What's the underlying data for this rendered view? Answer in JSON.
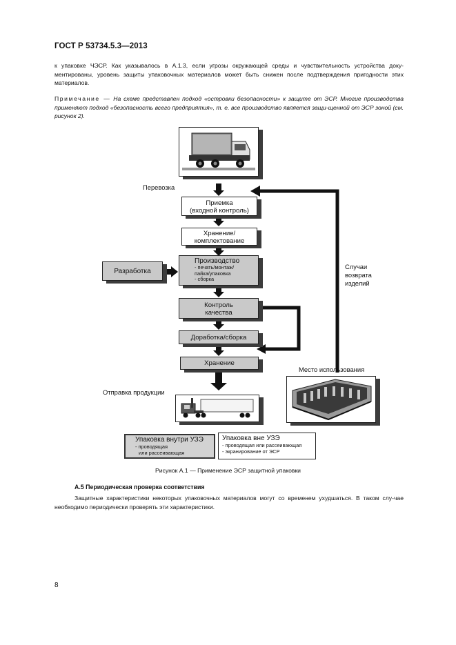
{
  "header": {
    "doc_id": "ГОСТ Р 53734.5.3—2013"
  },
  "paragraph1": "к упаковке ЧЭСР. Как указывалось в А.1.3, если угрозы окружающей среды и чувствительность устройства доку-ментированы, уровень защиты упаковочных материалов может быть снижен после подтверждения пригодности этих материалов.",
  "note": {
    "lead": "Примечание —",
    "text": "На схеме представлен подход «островки безопасности» к защите от ЭСР. Многие производства применяют подход «безопасность всего предприятия», т. е. все производство является защи-щенной от ЭСР зоной (см. рисунок 2)."
  },
  "figure": {
    "transport_label": "Перевозка",
    "acceptance_line1": "Приемка",
    "acceptance_line2": "(входной контроль)",
    "storage_line1": "Хранение/",
    "storage_line2": "комплектование",
    "production_title": "Производство",
    "production_items": [
      "- печать/монтаж/",
      "пайка/упаковка",
      "- сборка"
    ],
    "development": "Разработка",
    "qc_line1": "Контроль",
    "qc_line2": "качества",
    "rework": "Доработка/сборка",
    "storage2": "Хранение",
    "shipping_label": "Отправка продукции",
    "returns_line1": "Случаи",
    "returns_line2": "возврата",
    "returns_line3": "изделий",
    "usage_label": "Место использования",
    "pack_inside_title": "Упаковка внутри УЗЭ",
    "pack_inside_items": [
      "- проводящая",
      "или рассеивающая"
    ],
    "pack_outside_title": "Упаковка вне УЗЭ",
    "pack_outside_items": [
      "- проводящая или рассеивающая",
      "- экранирование от ЭСР"
    ],
    "caption": "Рисунок А.1 — Применение ЭСР защитной упаковки"
  },
  "section": {
    "title": "А.5 Периодическая проверка соответствия",
    "text": "Защитные характеристики некоторых упаковочных материалов могут со временем ухудшаться. В таком слу-чае необходимо периодически проверять эти характеристики."
  },
  "page_number": "8"
}
